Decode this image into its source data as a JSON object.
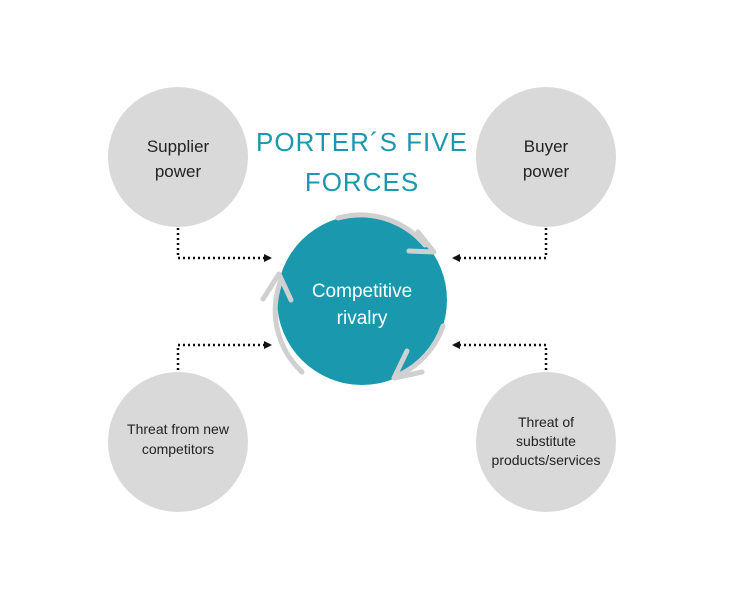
{
  "title": {
    "line1": "PORTER´S FIVE",
    "line2": "FORCES"
  },
  "center": {
    "line1": "Competitive",
    "line2": "rivalry"
  },
  "forces": {
    "supplier": {
      "line1": "Supplier",
      "line2": "power"
    },
    "buyer": {
      "line1": "Buyer",
      "line2": "power"
    },
    "new_entrants": {
      "line1": "Threat from new",
      "line2": "competitors"
    },
    "substitutes": {
      "line1": "Threat of",
      "line2": "substitute",
      "line3": "products/services"
    }
  },
  "colors": {
    "accent": "#1a98ae",
    "circle_gray": "#d9d9d9",
    "ring_gray": "#d0d0d0",
    "connector": "#111111",
    "text_dark": "#222222",
    "center_text": "#ffffff"
  }
}
